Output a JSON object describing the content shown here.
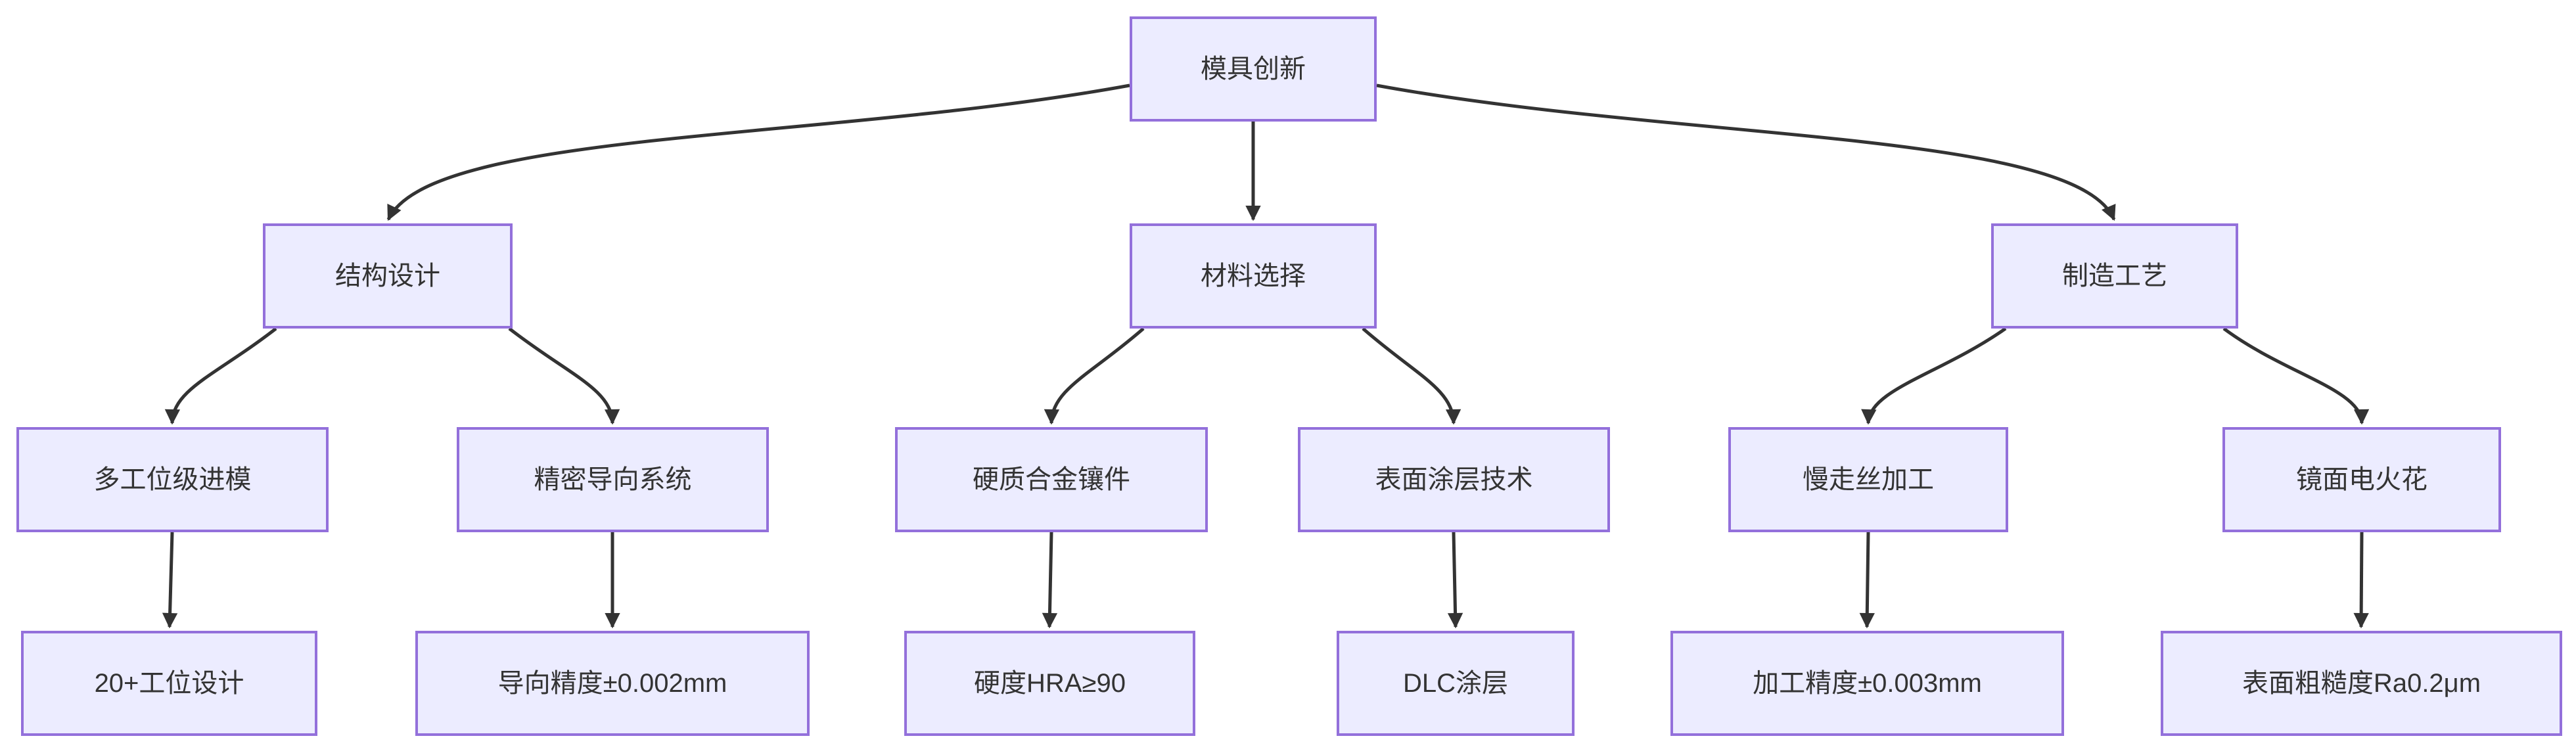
{
  "diagram": {
    "type": "flowchart-top-down",
    "background": "#ffffff",
    "colors": {
      "node_fill": "#ECECFF",
      "node_border": "#9370DB",
      "node_text": "#333333",
      "edge": "#333333"
    },
    "nodes": {
      "root": {
        "label": "模具创新"
      },
      "structure": {
        "label": "结构设计"
      },
      "material": {
        "label": "材料选择"
      },
      "process": {
        "label": "制造工艺"
      },
      "multi_station_die": {
        "label": "多工位级进模"
      },
      "precision_guide": {
        "label": "精密导向系统"
      },
      "carbide_insert": {
        "label": "硬质合金镶件"
      },
      "surface_coating": {
        "label": "表面涂层技术"
      },
      "wire_edm": {
        "label": "慢走丝加工"
      },
      "mirror_edm": {
        "label": "镜面电火花"
      },
      "station_design": {
        "label": "20+工位设计"
      },
      "guide_accuracy": {
        "label": "导向精度±0.002mm"
      },
      "hardness": {
        "label": "硬度HRA≥90"
      },
      "dlc_coating": {
        "label": "DLC涂层"
      },
      "machining_accuracy": {
        "label": "加工精度±0.003mm"
      },
      "surface_roughness": {
        "label": "表面粗糙度Ra0.2μm"
      }
    },
    "edges": [
      {
        "from": "模具创新",
        "to": "结构设计"
      },
      {
        "from": "模具创新",
        "to": "材料选择"
      },
      {
        "from": "模具创新",
        "to": "制造工艺"
      },
      {
        "from": "结构设计",
        "to": "多工位级进模"
      },
      {
        "from": "结构设计",
        "to": "精密导向系统"
      },
      {
        "from": "材料选择",
        "to": "硬质合金镶件"
      },
      {
        "from": "材料选择",
        "to": "表面涂层技术"
      },
      {
        "from": "制造工艺",
        "to": "慢走丝加工"
      },
      {
        "from": "制造工艺",
        "to": "镜面电火花"
      },
      {
        "from": "多工位级进模",
        "to": "20+工位设计"
      },
      {
        "from": "精密导向系统",
        "to": "导向精度±0.002mm"
      },
      {
        "from": "硬质合金镶件",
        "to": "硬度HRA≥90"
      },
      {
        "from": "表面涂层技术",
        "to": "DLC涂层"
      },
      {
        "from": "慢走丝加工",
        "to": "加工精度±0.003mm"
      },
      {
        "from": "镜面电火花",
        "to": "表面粗糙度Ra0.2μm"
      }
    ]
  }
}
